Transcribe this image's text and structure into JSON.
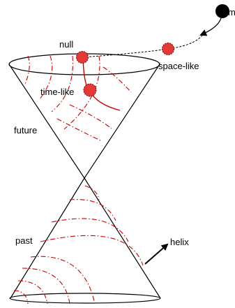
{
  "labels": {
    "null": "null",
    "space_like": "space-like",
    "time_like": "time-like",
    "future": "future",
    "past": "past",
    "helix": "helix",
    "m": "m"
  },
  "colors": {
    "outline": "#000000",
    "helix_dashes": "#cc0000",
    "particle": "#e53935",
    "worldline": "#d00000",
    "mass_point": "#000000"
  }
}
